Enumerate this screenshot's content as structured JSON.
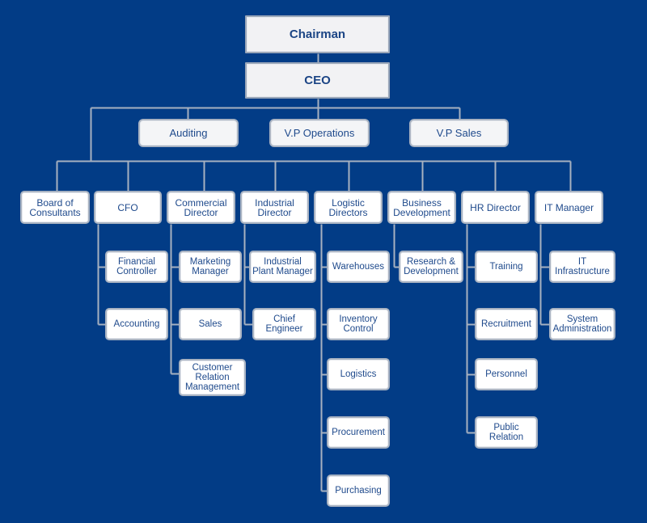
{
  "colors": {
    "background": "#023c86",
    "box_fill": "#ffffff",
    "box_border": "#a9b3c2",
    "text": "#1f4a8c",
    "connector": "#a7b1c0"
  },
  "chart": {
    "top": [
      {
        "id": "chairman",
        "label": "Chairman"
      },
      {
        "id": "ceo",
        "label": "CEO"
      }
    ],
    "staff": [
      {
        "id": "auditing",
        "label": "Auditing"
      },
      {
        "id": "vp-operations",
        "label": "V.P Operations"
      },
      {
        "id": "vp-sales",
        "label": "V.P Sales"
      }
    ],
    "departments": [
      {
        "id": "board-of-consultants",
        "label": "Board of\nConsultants",
        "children": []
      },
      {
        "id": "cfo",
        "label": "CFO",
        "children": [
          {
            "id": "financial-controller",
            "label": "Financial\nController"
          },
          {
            "id": "accounting",
            "label": "Accounting"
          }
        ]
      },
      {
        "id": "commercial-director",
        "label": "Commercial\nDirector",
        "children": [
          {
            "id": "marketing-manager",
            "label": "Marketing\nManager"
          },
          {
            "id": "sales",
            "label": "Sales"
          },
          {
            "id": "customer-relation-management",
            "label": "Customer\nRelation\nManagement"
          }
        ]
      },
      {
        "id": "industrial-director",
        "label": "Industrial\nDirector",
        "children": [
          {
            "id": "industrial-plant-manager",
            "label": "Industrial\nPlant Manager"
          },
          {
            "id": "chief-engineer",
            "label": "Chief\nEngineer"
          }
        ]
      },
      {
        "id": "logistic-directors",
        "label": "Logistic\nDirectors",
        "children": [
          {
            "id": "warehouses",
            "label": "Warehouses"
          },
          {
            "id": "inventory-control",
            "label": "Inventory\nControl"
          },
          {
            "id": "logistics",
            "label": "Logistics"
          },
          {
            "id": "procurement",
            "label": "Procurement"
          },
          {
            "id": "purchasing",
            "label": "Purchasing"
          }
        ]
      },
      {
        "id": "business-development",
        "label": "Business\nDevelopment",
        "children": [
          {
            "id": "research-development",
            "label": "Research &\nDevelopment"
          }
        ]
      },
      {
        "id": "hr-director",
        "label": "HR Director",
        "children": [
          {
            "id": "training",
            "label": "Training"
          },
          {
            "id": "recruitment",
            "label": "Recruitment"
          },
          {
            "id": "personnel",
            "label": "Personnel"
          },
          {
            "id": "public-relation",
            "label": "Public\nRelation"
          }
        ]
      },
      {
        "id": "it-manager",
        "label": "IT Manager",
        "children": [
          {
            "id": "it-infrastructure",
            "label": "IT\nInfrastructure"
          },
          {
            "id": "system-administration",
            "label": "System\nAdministration"
          }
        ]
      }
    ]
  }
}
